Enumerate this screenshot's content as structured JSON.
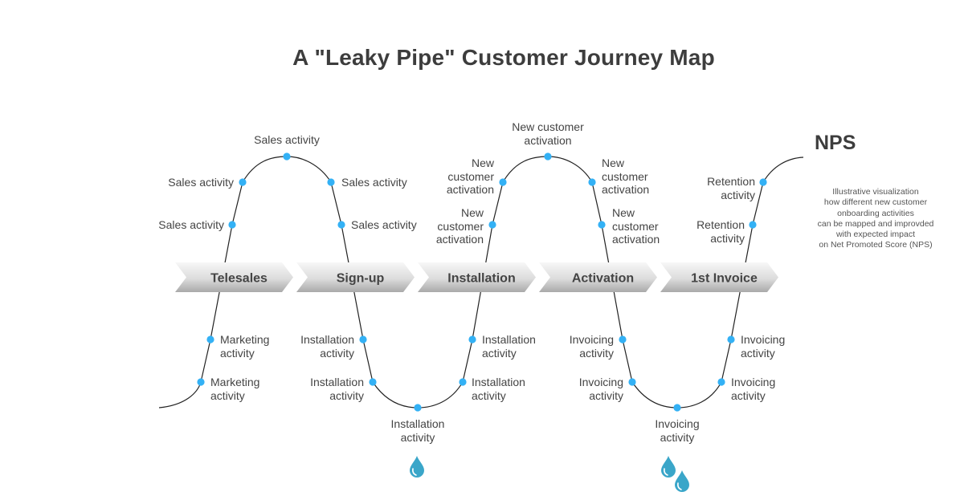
{
  "title": "A \"Leaky Pipe\" Customer Journey Map",
  "nps_label": "NPS",
  "note_lines": [
    "Illustrative visualization",
    "how different new customer",
    "onboarding activities",
    "can be mapped and improvded",
    "with expected impact",
    "on Net Promoted Score (NPS)"
  ],
  "stages": [
    {
      "label": "Telesales"
    },
    {
      "label": "Sign-up"
    },
    {
      "label": "Installation"
    },
    {
      "label": "Activation"
    },
    {
      "label": "1st Invoice"
    }
  ],
  "activities": [
    {
      "group": "marketing",
      "text": "Marketing\nactivity"
    },
    {
      "group": "marketing",
      "text": "Marketing\nactivity"
    },
    {
      "group": "sales",
      "text": "Sales activity"
    },
    {
      "group": "sales",
      "text": "Sales activity"
    },
    {
      "group": "sales",
      "text": "Sales activity"
    },
    {
      "group": "sales",
      "text": "Sales activity"
    },
    {
      "group": "sales",
      "text": "Sales activity"
    },
    {
      "group": "installation",
      "text": "Installation\nactivity"
    },
    {
      "group": "installation",
      "text": "Installation\nactivity"
    },
    {
      "group": "installation",
      "text": "Installation\nactivity"
    },
    {
      "group": "installation",
      "text": "Installation\nactivity"
    },
    {
      "group": "installation",
      "text": "Installation\nactivity"
    },
    {
      "group": "activation",
      "text": "New\ncustomer\nactivation"
    },
    {
      "group": "activation",
      "text": "New\ncustomer\nactivation"
    },
    {
      "group": "activation",
      "text": "New customer\nactivation"
    },
    {
      "group": "activation",
      "text": "New\ncustomer\nactivation"
    },
    {
      "group": "activation",
      "text": "New\ncustomer\nactivation"
    },
    {
      "group": "invoicing",
      "text": "Invoicing\nactivity"
    },
    {
      "group": "invoicing",
      "text": "Invoicing\nactivity"
    },
    {
      "group": "invoicing",
      "text": "Invoicing\nactivity"
    },
    {
      "group": "invoicing",
      "text": "Invoicing\nactivity"
    },
    {
      "group": "invoicing",
      "text": "Invoicing\nactivity"
    },
    {
      "group": "retention",
      "text": "Retention\nactivity"
    },
    {
      "group": "retention",
      "text": "Retention\nactivity"
    }
  ],
  "leaks": [
    {
      "after_stage": "Installation",
      "drops": 1
    },
    {
      "after_stage": "1st Invoice",
      "drops": 2
    }
  ],
  "colors": {
    "dot": "#33b1f5",
    "drop": "#3aa6c9",
    "curve": "#222222",
    "text": "#444444"
  }
}
